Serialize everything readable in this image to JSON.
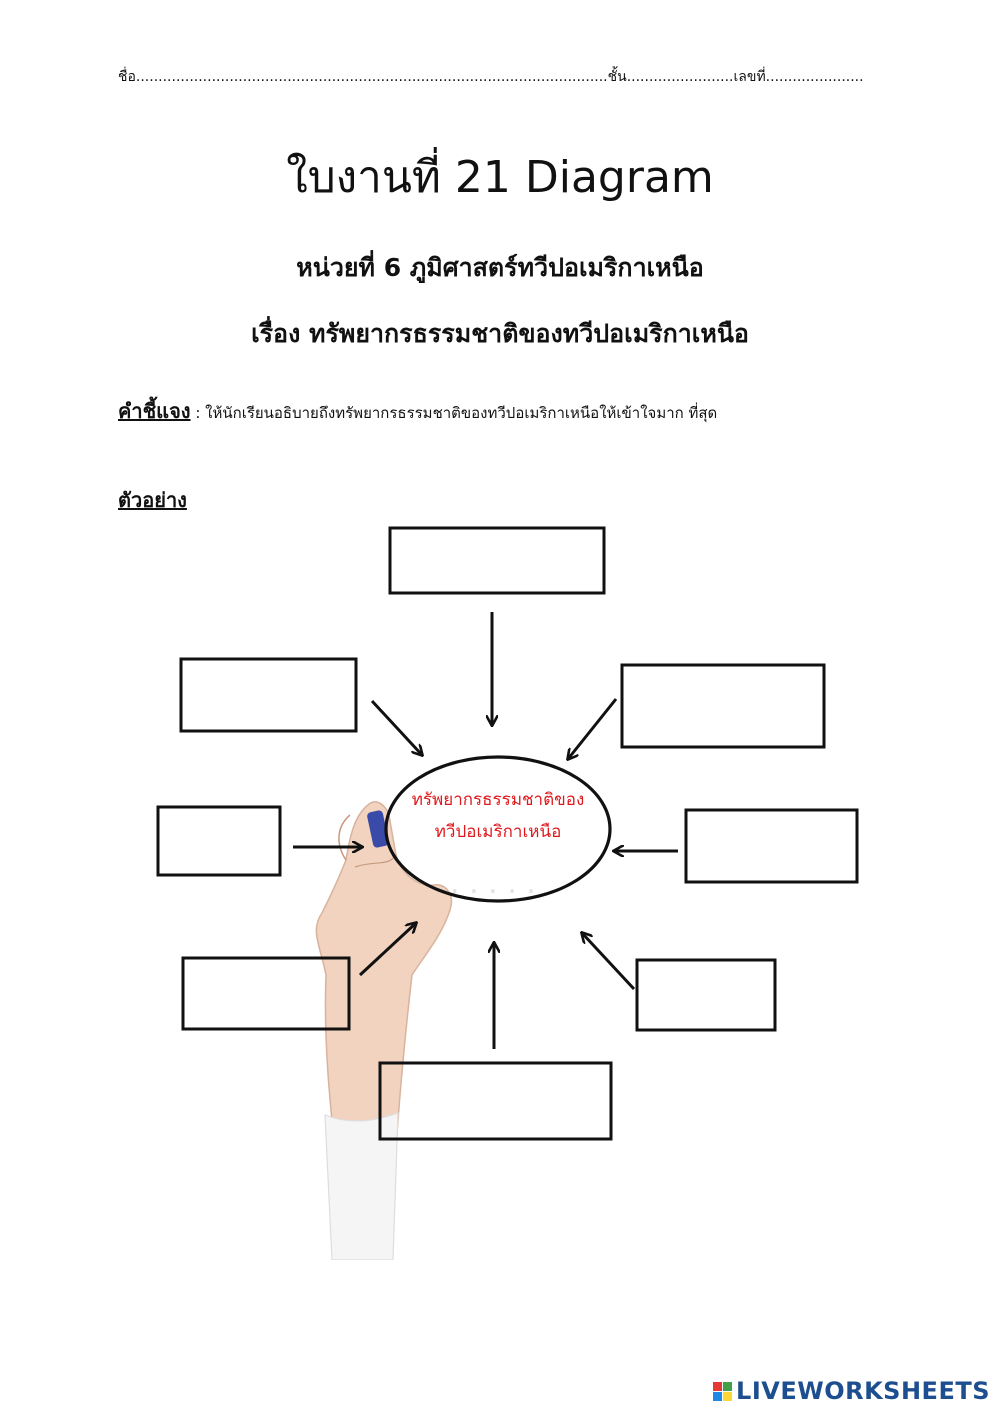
{
  "header": {
    "line": "ชื่อ..........................................................................................................ชั้น........................เลขที่......................"
  },
  "title": "ใบงานที่ 21 Diagram",
  "unit": "หน่วยที่ 6 ภูมิศาสตร์ทวีปอเมริกาเหนือ",
  "topic": "เรื่อง ทรัพยากรธรรมชาติของทวีปอเมริกาเหนือ",
  "instructions": {
    "label": "คำชี้แจง",
    "text": " : ให้นักเรียนอธิบายถึงทรัพยากรธรรมชาติของทวีปอเมริกาเหนือให้เข้าใจมาก ที่สุด"
  },
  "example_label": "ตัวอย่าง",
  "diagram": {
    "center_line1": "ทรัพยากรธรรมชาติของ",
    "center_line2": "ทวีปอเมริกาเหนือ",
    "center_color": "#e0191e",
    "box_count_text": ""
  },
  "footer": {
    "logo_text": "LIVEWORKSHEETS",
    "logo_icon": "liveworksheets-logo-icon",
    "colors": [
      "#e53935",
      "#43a047",
      "#1e88e5",
      "#fdd835"
    ]
  }
}
